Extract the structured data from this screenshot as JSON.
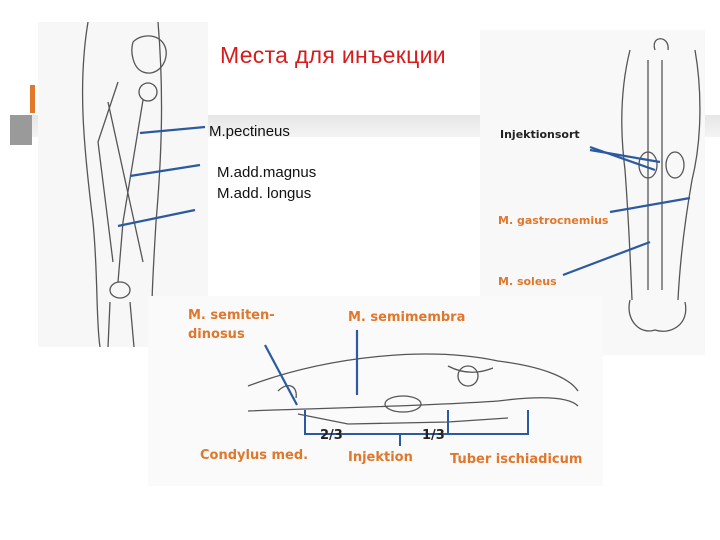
{
  "slide": {
    "title": "Места для инъекции",
    "accent_color": "#d81b1b",
    "leader_color": "#2b5aa0",
    "label_color_orange": "#e0772b"
  },
  "left_figure": {
    "labels": [
      "M.pectineus",
      "M.add.magnus",
      "M.add. longus"
    ]
  },
  "right_figure": {
    "labels": [
      "Injektionsort",
      "M. gastrocnemius",
      "M. soleus"
    ]
  },
  "bottom_figure": {
    "labels": {
      "semitendinosus_1": "M. semiten-",
      "semitendinosus_2": "dinosus",
      "semimembranosus": "M. semimembra",
      "condylus": "Condylus med.",
      "injektion": "Injektion",
      "tuber": "Tuber ischiadicum",
      "two_thirds": "2/3",
      "one_third": "1/3"
    }
  }
}
